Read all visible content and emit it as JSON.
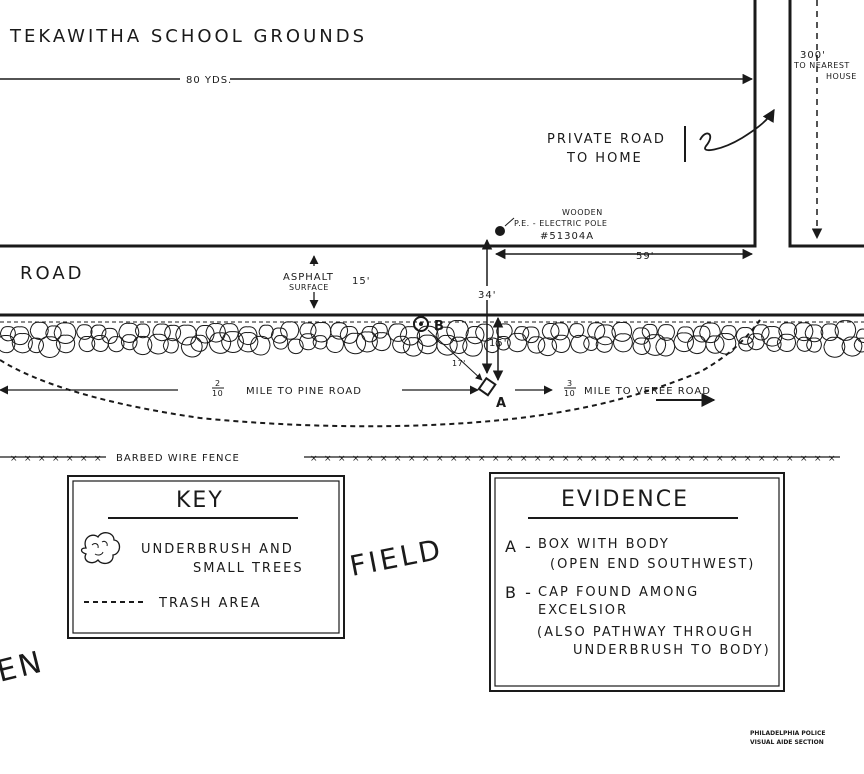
{
  "labels": {
    "school_grounds": "TEKAWITHA SCHOOL GROUNDS",
    "dist_80yds": "80 YDS.",
    "dist_300": "300'",
    "nearest_house_1": "TO NEAREST",
    "nearest_house_2": "HOUSE",
    "private_road_1": "PRIVATE ROAD",
    "private_road_2": "TO HOME",
    "pole_1": "WOODEN",
    "pole_2": "P.E. - ELECTRIC POLE",
    "pole_3": "#51304A",
    "dist_59": "59'",
    "road": "ROAD",
    "asphalt_1": "ASPHALT",
    "asphalt_2": "SURFACE",
    "dist_15_road": "15'",
    "dist_34": "34'",
    "dist_15": "15'",
    "dist_17": "17'",
    "marker_a": "A",
    "marker_b": "B",
    "mile_pine_num": "2",
    "mile_pine_den": "10",
    "mile_pine": "MILE TO PINE ROAD",
    "mile_veree_num": "3",
    "mile_veree_den": "10",
    "mile_veree": "MILE TO VEREE ROAD",
    "barbed_wire": "BARBED WIRE FENCE",
    "field": "FIELD",
    "partial_word": "EN",
    "credit_1": "PHILADELPHIA POLICE",
    "credit_2": "VISUAL AIDE SECTION"
  },
  "key": {
    "title": "KEY",
    "underbrush_1": "UNDERBRUSH AND",
    "underbrush_2": "SMALL TREES",
    "trash": "TRASH AREA"
  },
  "evidence": {
    "title": "EVIDENCE",
    "a_marker": "A -",
    "a_line1": "BOX WITH BODY",
    "a_line2": "(OPEN END SOUTHWEST)",
    "b_marker": "B -",
    "b_line1": "CAP FOUND AMONG",
    "b_line2": "EXCELSIOR",
    "b_line3": "(ALSO PATHWAY THROUGH",
    "b_line4": "UNDERBRUSH TO BODY)"
  },
  "colors": {
    "ink": "#1a1a1a",
    "paper": "#ffffff"
  }
}
